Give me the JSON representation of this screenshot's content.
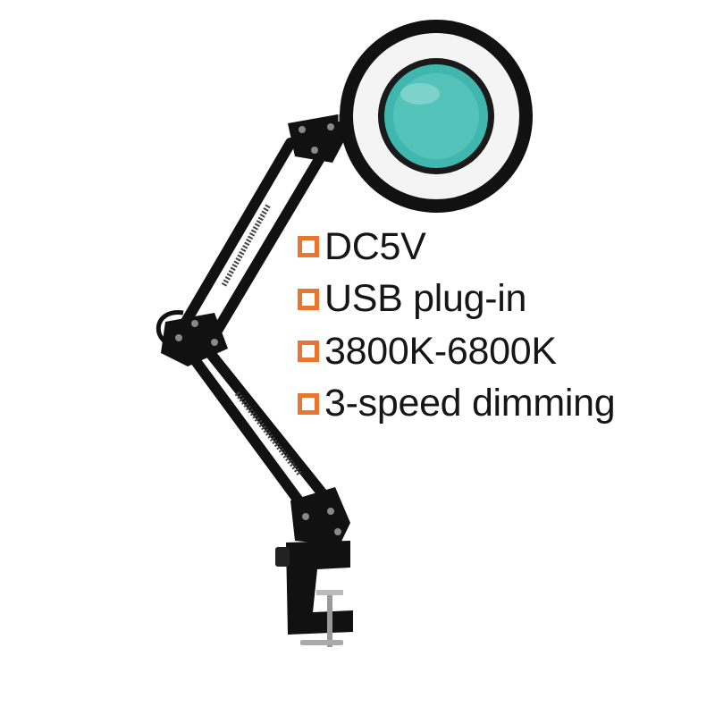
{
  "features": [
    {
      "label": "DC5V"
    },
    {
      "label": "USB plug-in"
    },
    {
      "label": "3800K-6800K"
    },
    {
      "label": "3-speed dimming"
    }
  ],
  "icons": {
    "bullet": "checkbox-square-icon"
  },
  "colors": {
    "bullet": "#e8762e",
    "text": "#161616",
    "lamp_body": "#111111",
    "lens": "#3fb6ae",
    "led_ring": "#f4f4f4",
    "background": "#ffffff"
  }
}
